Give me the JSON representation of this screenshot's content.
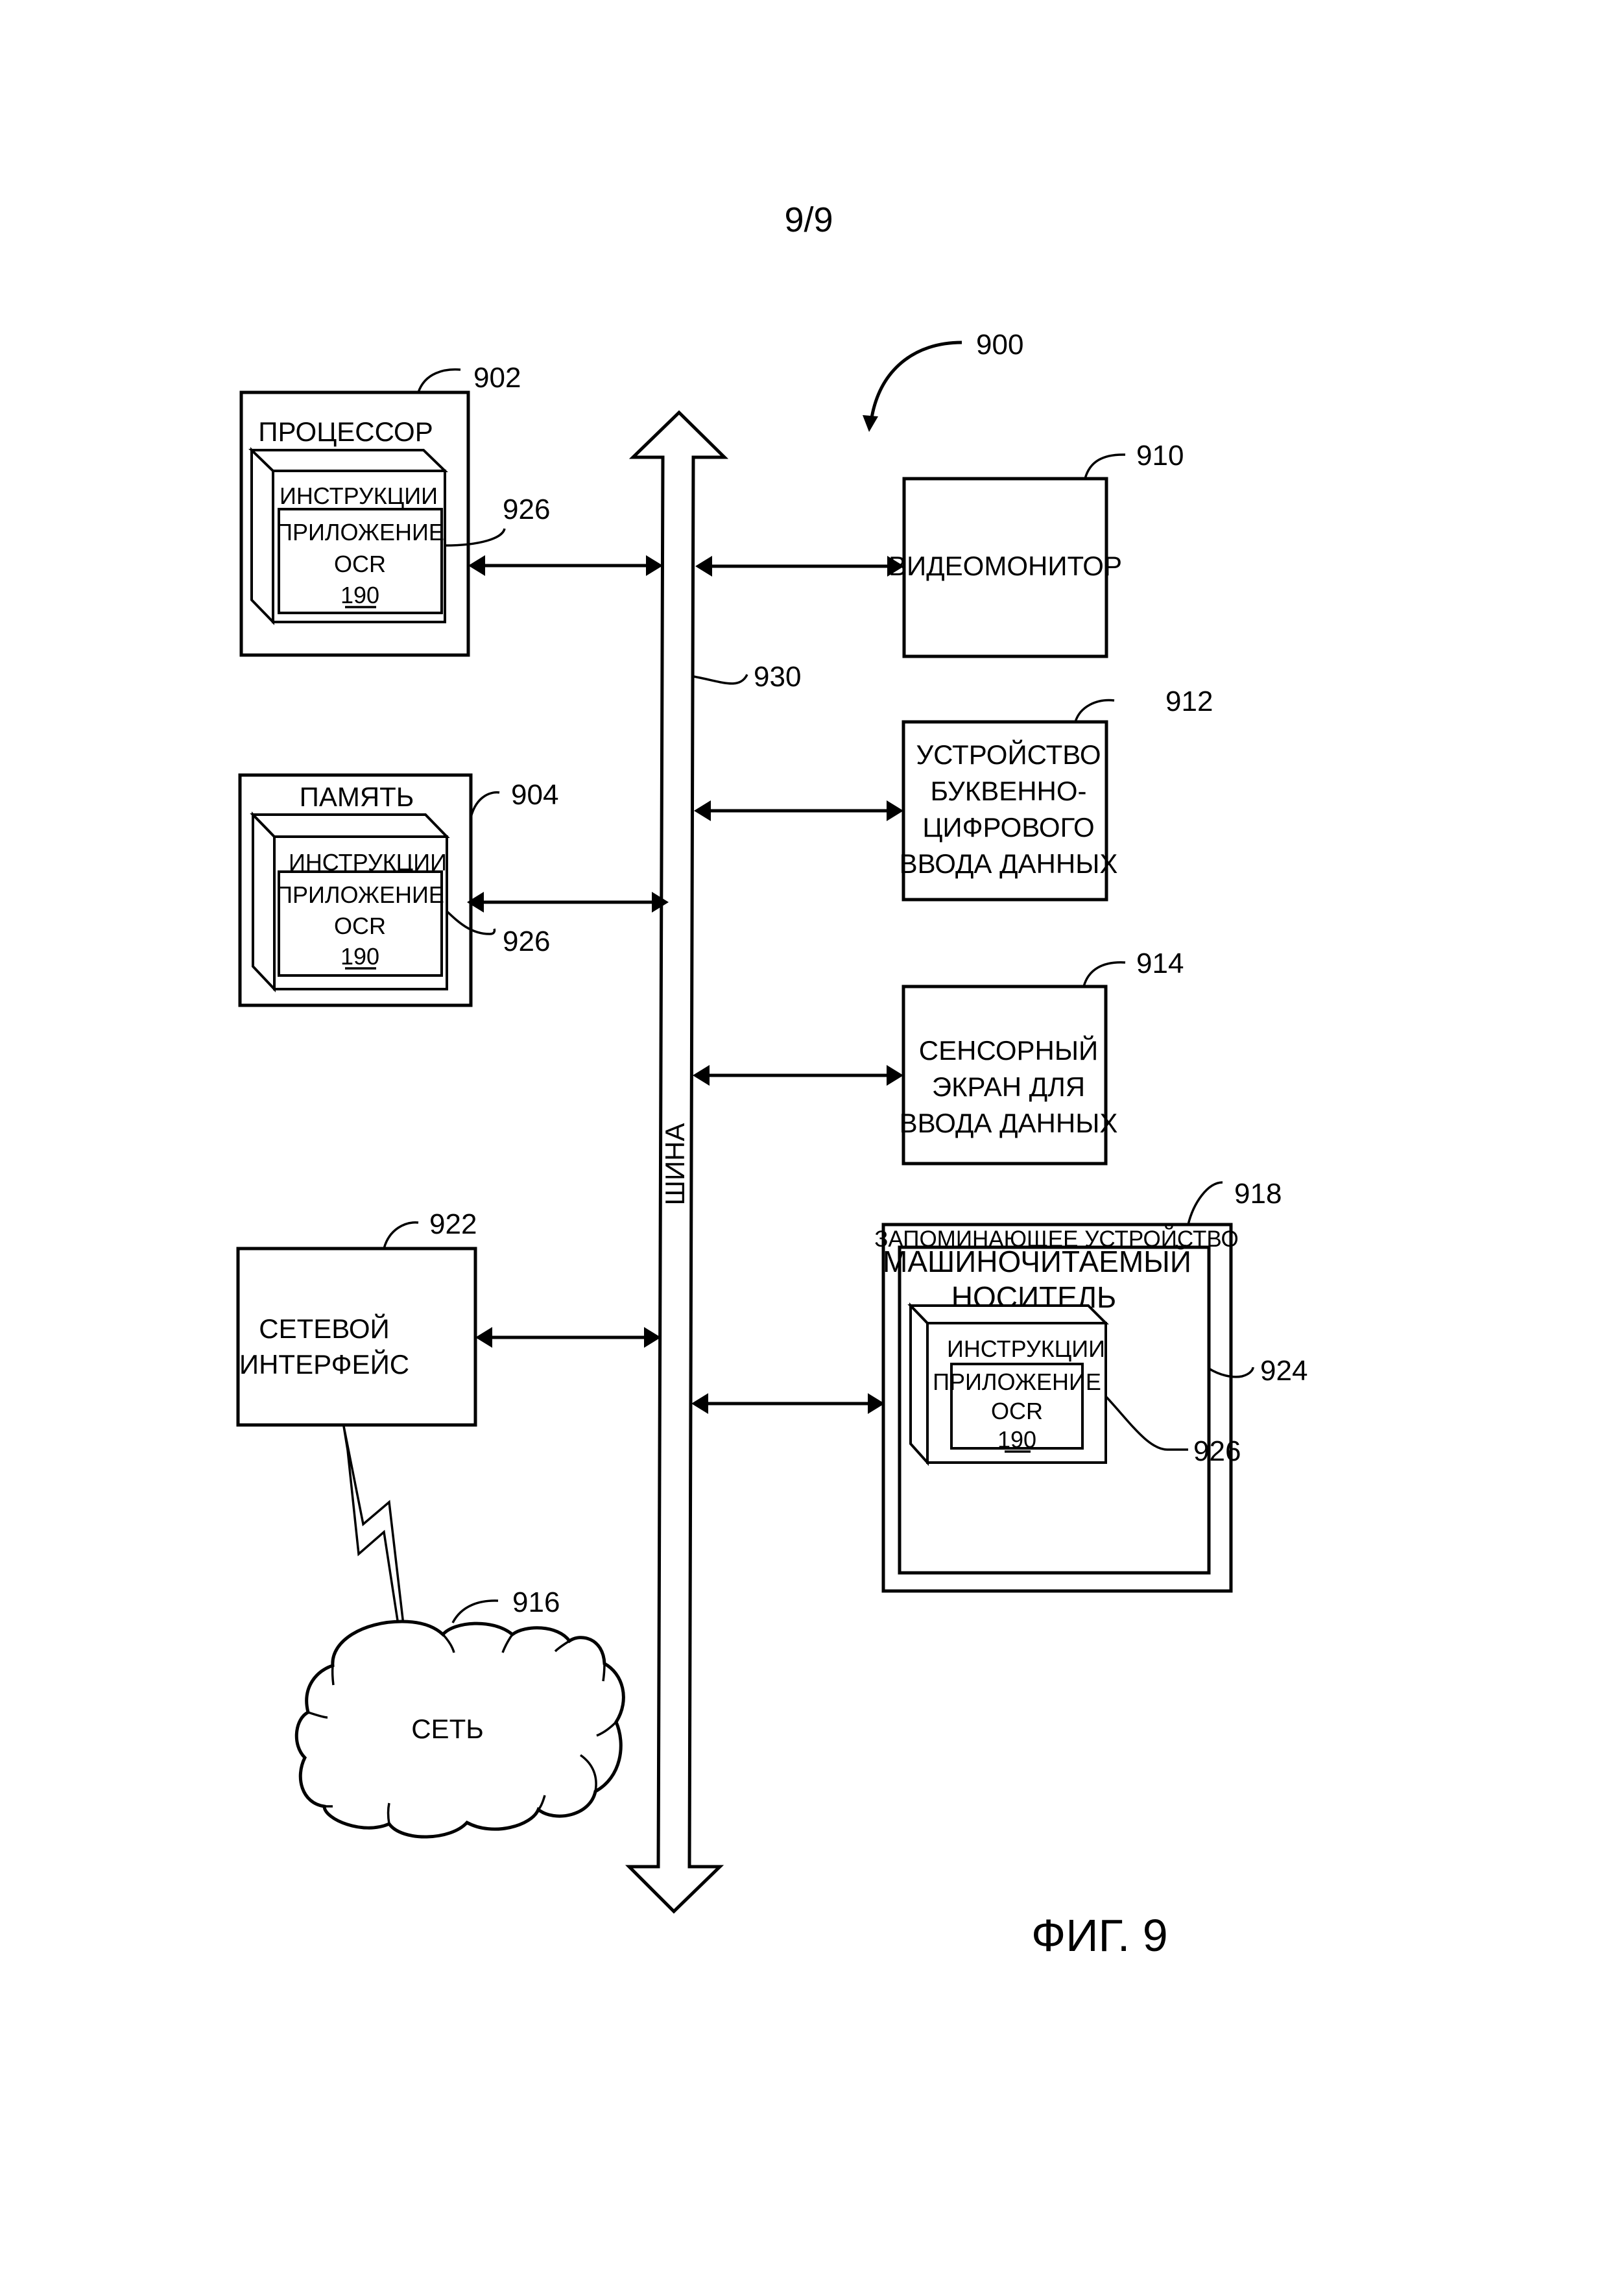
{
  "page_number": "9/9",
  "figure_caption": "ФИГ. 9",
  "system": {
    "ref": "900"
  },
  "bus": {
    "ref": "930",
    "label": "ШИНА"
  },
  "processor": {
    "ref": "902",
    "title": "ПРОЦЕССОР",
    "instructions": "ИНСТРУКЦИИ",
    "app_line1": "ПРИЛОЖЕНИЕ",
    "app_line2": "OCR",
    "app_ref": "190",
    "instructions_ref": "926"
  },
  "memory": {
    "ref": "904",
    "title": "ПАМЯТЬ",
    "instructions": "ИНСТРУКЦИИ",
    "app_line1": "ПРИЛОЖЕНИЕ",
    "app_line2": "OCR",
    "app_ref": "190",
    "instructions_ref": "926"
  },
  "video_monitor": {
    "ref": "910",
    "label": "ВИДЕОМОНИТОР"
  },
  "alnum_input": {
    "ref": "912",
    "lines": [
      "УСТРОЙСТВО",
      "БУКВЕННО-",
      "ЦИФРОВОГО",
      "ВВОДА ДАННЫХ"
    ]
  },
  "touchscreen": {
    "ref": "914",
    "lines": [
      "СЕНСОРНЫЙ",
      "ЭКРАН ДЛЯ",
      "ВВОДА ДАННЫХ"
    ]
  },
  "storage": {
    "ref": "918",
    "title": "ЗАПОМИНАЮЩЕЕ УСТРОЙСТВО",
    "medium_ref": "924",
    "medium_line1": "МАШИНОЧИТАЕМЫЙ",
    "medium_line2": "НОСИТЕЛЬ",
    "instructions": "ИНСТРУКЦИИ",
    "app_line1": "ПРИЛОЖЕНИЕ",
    "app_line2": "OCR",
    "app_ref": "190",
    "instructions_ref": "926"
  },
  "network_interface": {
    "ref": "922",
    "lines": [
      "СЕТЕВОЙ",
      "ИНТЕРФЕЙС"
    ]
  },
  "network": {
    "ref": "916",
    "label": "СЕТЬ"
  }
}
